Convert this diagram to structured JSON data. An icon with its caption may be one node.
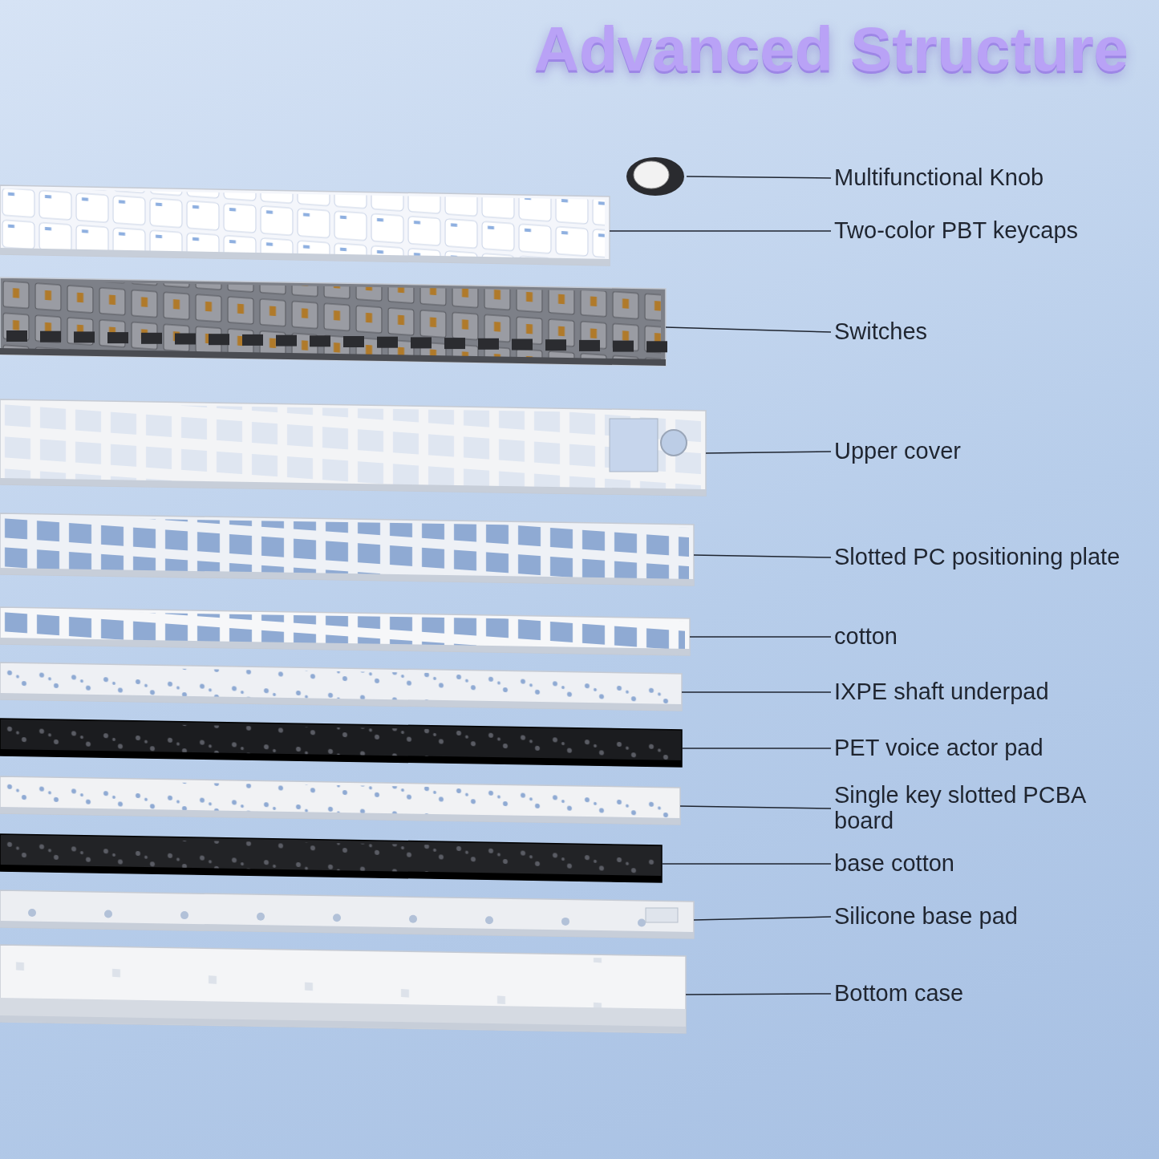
{
  "diagram": {
    "title": "Advanced Structure",
    "nodes": [
      {
        "text": [
          "Multifunctional Knob"
        ]
      },
      {
        "text": [
          "Two-color PBT keycaps"
        ]
      },
      {
        "text": [
          "Switches"
        ]
      },
      {
        "text": [
          "Upper cover"
        ]
      },
      {
        "text": [
          "Slotted PC positioning plate"
        ]
      },
      {
        "text": [
          "cotton"
        ]
      },
      {
        "text": [
          "IXPE shaft underpad"
        ]
      },
      {
        "text": [
          "PET voice actor pad"
        ]
      },
      {
        "text": [
          "Single key slotted PCBA board"
        ]
      },
      {
        "text": [
          "base cotton"
        ]
      },
      {
        "text": [
          "Silicone base pad"
        ]
      },
      {
        "text": [
          "Bottom case"
        ]
      },
      {
        "text": [],
        "shape": "picture"
      },
      {
        "text": [],
        "shape": "picture"
      },
      {
        "text": [],
        "shape": "picture"
      },
      {
        "text": [],
        "shape": "picture"
      },
      {
        "text": [],
        "shape": "picture"
      },
      {
        "text": [],
        "shape": "picture"
      },
      {
        "text": [],
        "shape": "picture"
      },
      {
        "text": [],
        "shape": "picture"
      },
      {
        "text": [],
        "shape": "picture"
      },
      {
        "text": [],
        "shape": "picture"
      },
      {
        "text": [],
        "shape": "picture"
      },
      {
        "text": [],
        "shape": "picture"
      }
    ],
    "edges": [
      {
        "from": 0,
        "to": 12,
        "arrow": "none"
      },
      {
        "from": 1,
        "to": 13,
        "arrow": "none"
      },
      {
        "from": 2,
        "to": 14,
        "arrow": "none"
      },
      {
        "from": 3,
        "to": 15,
        "arrow": "none"
      },
      {
        "from": 4,
        "to": 16,
        "arrow": "none"
      },
      {
        "from": 5,
        "to": 17,
        "arrow": "none"
      },
      {
        "from": 6,
        "to": 18,
        "arrow": "none"
      },
      {
        "from": 7,
        "to": 19,
        "arrow": "none"
      },
      {
        "from": 8,
        "to": 20,
        "arrow": "none"
      },
      {
        "from": 9,
        "to": 21,
        "arrow": "none"
      },
      {
        "from": 10,
        "to": 22,
        "arrow": "none"
      },
      {
        "from": 11,
        "to": 23,
        "arrow": "none"
      }
    ]
  }
}
